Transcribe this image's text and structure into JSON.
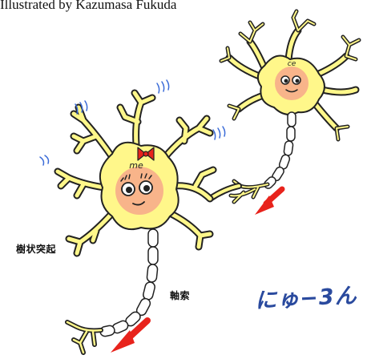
{
  "credit": "Illustrated by Kazumasa Fukuda",
  "labels": {
    "dendrite": "樹状突起",
    "axon": "軸索"
  },
  "brand": "にゅ−3ん",
  "cells": {
    "small_face_text": "ce",
    "large_face_text": "me"
  },
  "colors": {
    "cell_body": "#fff78a",
    "outline": "#222222",
    "face": "#f8b48a",
    "axon_segment": "#ffffff",
    "arrow": "#e8231c",
    "bow": "#e8231c",
    "brand": "#2a4a9e"
  }
}
